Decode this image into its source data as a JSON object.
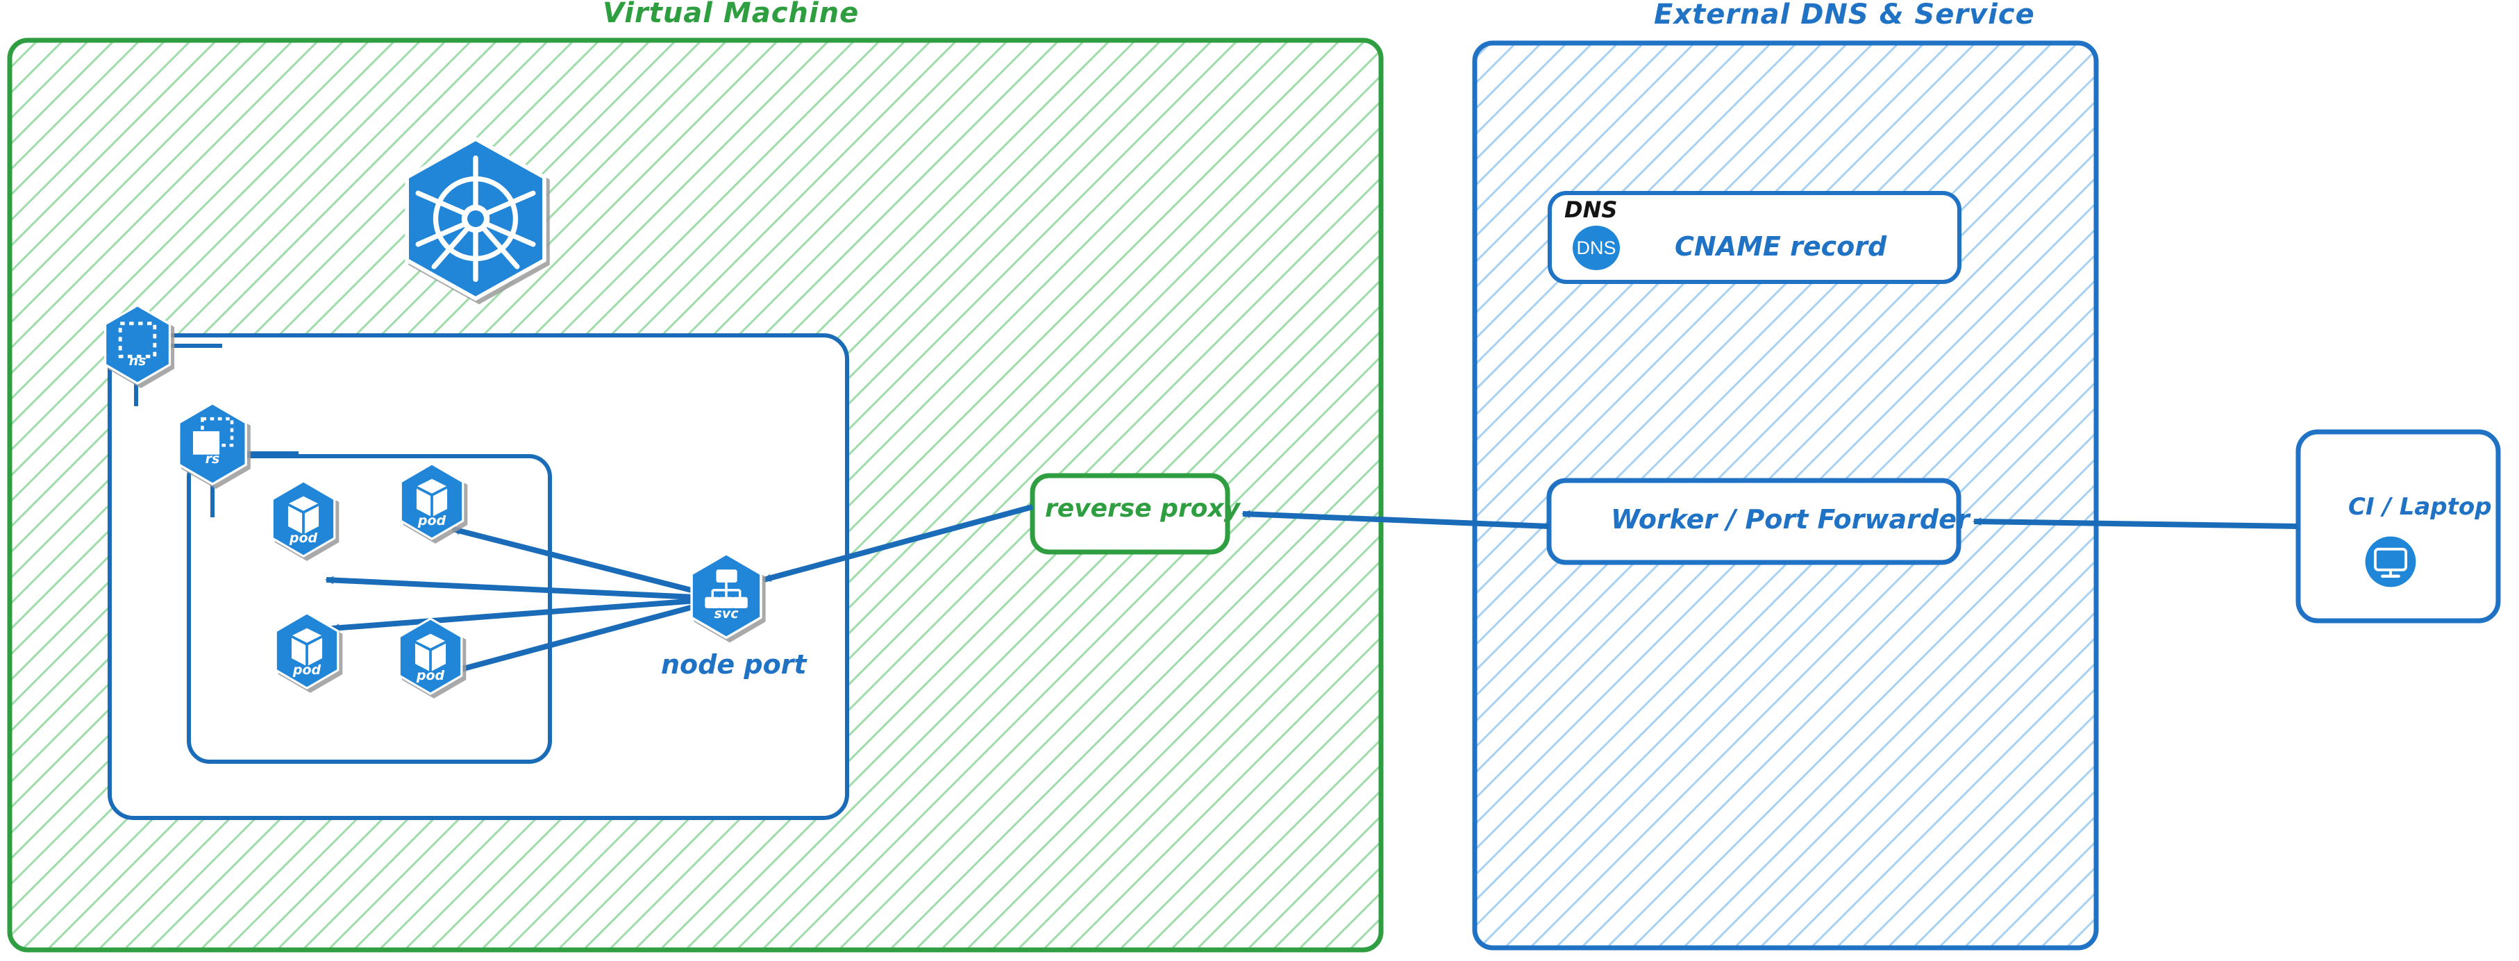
{
  "diagram": {
    "title_visible": false,
    "panels": [
      {
        "id": "vm",
        "label": "Virtual Machine",
        "color": "#2f9e41",
        "hatch": true
      },
      {
        "id": "external",
        "label": "External DNS & Service",
        "color": "#1f72c4",
        "hatch": true
      }
    ],
    "k8s_logo": {
      "name": "kubernetes-logo",
      "color": "#2086d8"
    },
    "badges": [
      {
        "id": "ns",
        "caption": "ns",
        "icon": "namespace-icon",
        "color": "#2086d8"
      },
      {
        "id": "rs",
        "caption": "rs",
        "icon": "replicaset-icon",
        "color": "#2086d8"
      },
      {
        "id": "pod1",
        "caption": "pod",
        "icon": "pod-icon",
        "color": "#2086d8"
      },
      {
        "id": "pod2",
        "caption": "pod",
        "icon": "pod-icon",
        "color": "#2086d8"
      },
      {
        "id": "pod3",
        "caption": "pod",
        "icon": "pod-icon",
        "color": "#2086d8"
      },
      {
        "id": "pod4",
        "caption": "pod",
        "icon": "pod-icon",
        "color": "#2086d8"
      },
      {
        "id": "svc",
        "caption": "svc",
        "icon": "service-icon",
        "color": "#2086d8"
      }
    ],
    "node_port_label": "node port",
    "boxes": [
      {
        "id": "reverse-proxy",
        "label": "reverse proxy",
        "color": "#2f9e41"
      },
      {
        "id": "cname-record",
        "label": "CNAME record",
        "sublabel": "DNS",
        "pill": "DNS",
        "color": "#1f72c4"
      },
      {
        "id": "worker-port-forwarder",
        "label": "Worker / Port Forwarder",
        "color": "#1f72c4"
      },
      {
        "id": "ci-laptop",
        "label": "CI / Laptop",
        "icon": "desktop-monitor-icon",
        "color": "#1f72c4"
      }
    ],
    "edges": [
      {
        "from": "svc",
        "to": "pod1",
        "arrow": true
      },
      {
        "from": "svc",
        "to": "pod2",
        "arrow": true
      },
      {
        "from": "svc",
        "to": "pod3",
        "arrow": true
      },
      {
        "from": "svc",
        "to": "pod4",
        "arrow": true
      },
      {
        "from": "reverse-proxy",
        "to": "svc",
        "arrow": true
      },
      {
        "from": "worker-port-forwarder",
        "to": "reverse-proxy",
        "arrow": true
      },
      {
        "from": "ci-laptop",
        "to": "worker-port-forwarder",
        "arrow": true
      }
    ],
    "colors": {
      "green": "#2f9e41",
      "green_hatch": "#9fdcaa",
      "blue": "#1f72c4",
      "blue_hatch": "#a8d1f2",
      "k8s_blue": "#2086d8",
      "stroke_blue": "#1b6cb8",
      "black": "#141414",
      "white": "#ffffff"
    }
  }
}
